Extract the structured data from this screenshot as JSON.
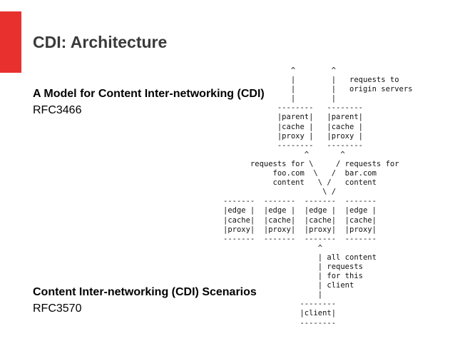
{
  "slide": {
    "title": "CDI: Architecture",
    "accent_color": "#e8312f",
    "section_1": {
      "heading": "A Model for Content Inter-networking (CDI)",
      "subtext": "RFC3466"
    },
    "section_2": {
      "heading": "Content Inter-networking (CDI) Scenarios",
      "subtext": "RFC3570"
    },
    "diagram": {
      "lines": [
        "               ^        ^",
        "               |        |   requests to",
        "               |        |   origin servers",
        "               |        |",
        "            --------   --------",
        "            |parent|   |parent|",
        "            |cache |   |cache |",
        "            |proxy |   |proxy |",
        "            --------   --------",
        "                  ^       ^",
        "      requests for \\     / requests for",
        "           foo.com  \\   /  bar.com",
        "           content   \\ /   content",
        "                      \\ /",
        "-------  -------  -------  -------",
        "|edge |  |edge |  |edge |  |edge |",
        "|cache|  |cache|  |cache|  |cache|",
        "|proxy|  |proxy|  |proxy|  |proxy|",
        "-------  -------  -------  -------",
        "                     ^",
        "                     | all content",
        "                     | requests",
        "                     | for this",
        "                     | client",
        "                     |",
        "                 --------",
        "                 |client|",
        "                 --------"
      ]
    }
  }
}
